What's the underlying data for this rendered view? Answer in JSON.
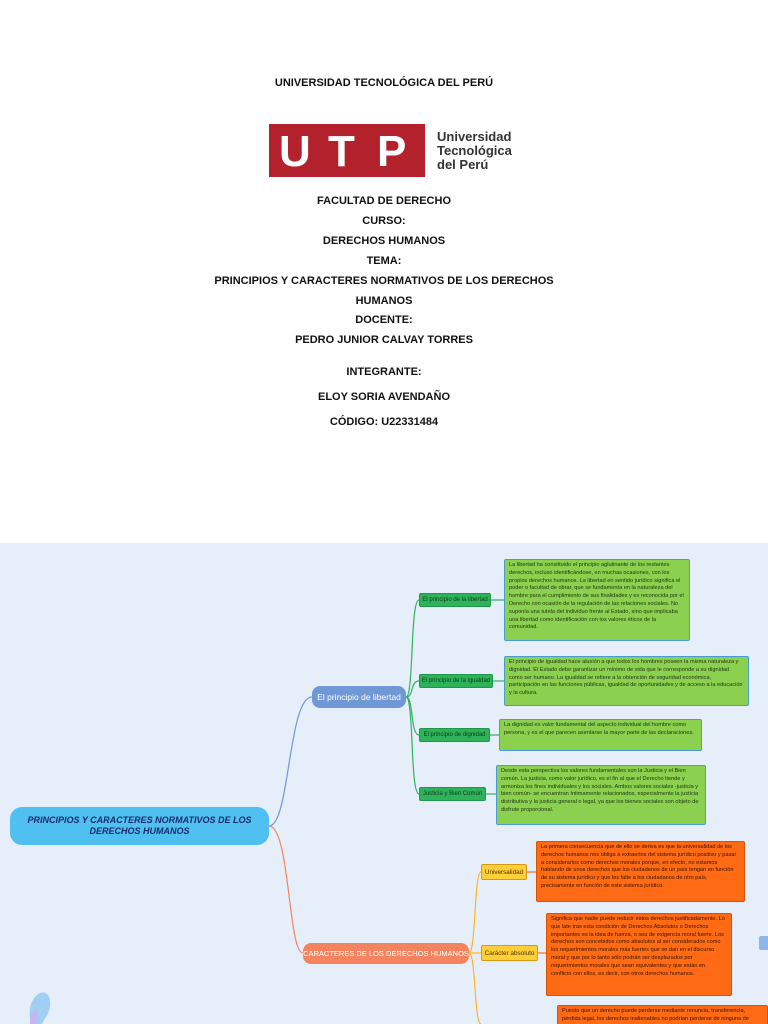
{
  "cover": {
    "university": "UNIVERSIDAD TECNOLÓGICA DEL PERÚ",
    "logo": {
      "letters": [
        "U",
        "T",
        "P"
      ],
      "name_lines": [
        "Universidad",
        "Tecnológica",
        "del Perú"
      ],
      "brand_color": "#b3222c"
    },
    "lines": [
      "FACULTAD DE DERECHO",
      "CURSO:",
      "DERECHOS HUMANOS",
      "TEMA:",
      "PRINCIPIOS Y CARACTERES NORMATIVOS DE LOS DERECHOS",
      "HUMANOS",
      "DOCENTE:",
      "PEDRO JUNIOR CALVAY TORRES",
      "INTEGRANTE:",
      "ELOY SORIA AVENDAÑO",
      "CÓDIGO: U22331484"
    ]
  },
  "mindmap": {
    "root": "PRINCIPIOS Y CARACTERES NORMATIVOS DE LOS DERECHOS HUMANOS",
    "branch_libertad": "El principio de libertad",
    "branch_caracteres": "CARACTERES DE LOS DERECHOS HUMANOS",
    "libertad_items": [
      {
        "label": "El principio de la libertad",
        "text": "La libertad ha constituido el principio aglutinante de los restantes derechos, incluso identificándose, en muchas ocasiones, con los propios derechos humanos. La libertad en sentido jurídico significa el poder o facultad de obrar, que se fundamenta en la naturaleza del hombre para el cumplimiento de sus finalidades y es reconocida por el Derecho con ocasión de la regulación de las relaciones sociales. No suponía una tutela del individuo frente al Estado, sino que implicaba una libertad como identificación con los valores éticos de la comunidad."
      },
      {
        "label": "El principio de la igualdad",
        "text": "El principio de igualdad hace alusión a que todos los hombres poseen la misma naturaleza y dignidad. El Estado debe garantizar un mínimo de vida que le corresponde a su dignidad como ser humano. La igualdad se refiere a la obtención de seguridad económica, participación en las funciones públicas, igualdad de oportunidades y de acceso a la educación y la cultura."
      },
      {
        "label": "El principio de dignidad",
        "text": "La dignidad es valor fundamental del aspecto individual del hombre como persona, y es el que parecen asentarse la mayor parte de las declaraciones."
      },
      {
        "label": "Justicia y Bien Común",
        "text": "Desde esta perspectiva los valores fundamentales son la Justicia y el Bien común. La justicia, como valor jurídico, es el fin al que el Derecho tiende y armoniza los fines individuales y los sociales. Ambos valores sociales -justicia y bien común- se encuentran íntimamente relacionados, especialmente la justicia distributiva y la justicia general o legal, ya que los bienes sociales son objeto de disfrute proporcional."
      }
    ],
    "caracteres_items": [
      {
        "label": "Universalidad",
        "text": "La primera consecuencia que de ello se deriva es que la universalidad de los derechos humanos nos obliga a extraerlos del sistema jurídico positivo y pasar a considerarlos como derechos morales porque, en efecto, no estamos hablando de unos derechos que los ciudadanos de un país tengan en función de su sistema jurídico y que les falte a los ciudadanos de otro país, precisamente en función de este sistema jurídico."
      },
      {
        "label": "Carácter absoluto",
        "text": "Significa que nadie puede reducir estos derechos justificadamente. Lo que late tras esta condición de Derechos Absolutos o Derechos importantes es la idea de fuerza, o sea de exigencia moral fuerte. Los derechos son concebidos como absolutos al ser considerados como los requerimientos morales más fuertes que se dan en el discurso moral y que por lo tanto sólo podrán ser desplazados por requerimientos morales que sean equivalentes y que están en conflicto con ellos, es decir, con otros derechos humanos."
      },
      {
        "label": "",
        "text": "Puesto que un derecho puede perderse mediante renuncia, transferencia, pérdida legal, los derechos inalienables no podrían perderse de ninguna de"
      }
    ],
    "colors": {
      "background": "#e6eef9",
      "root": "#4fc0f0",
      "branch_blue": "#6f98d4",
      "branch_orange": "#f4845f",
      "green_label": "#2eb25a",
      "green_text": "#8bd04f",
      "yellow_label": "#ffcf3a",
      "orange_text": "#ff6a14"
    }
  }
}
